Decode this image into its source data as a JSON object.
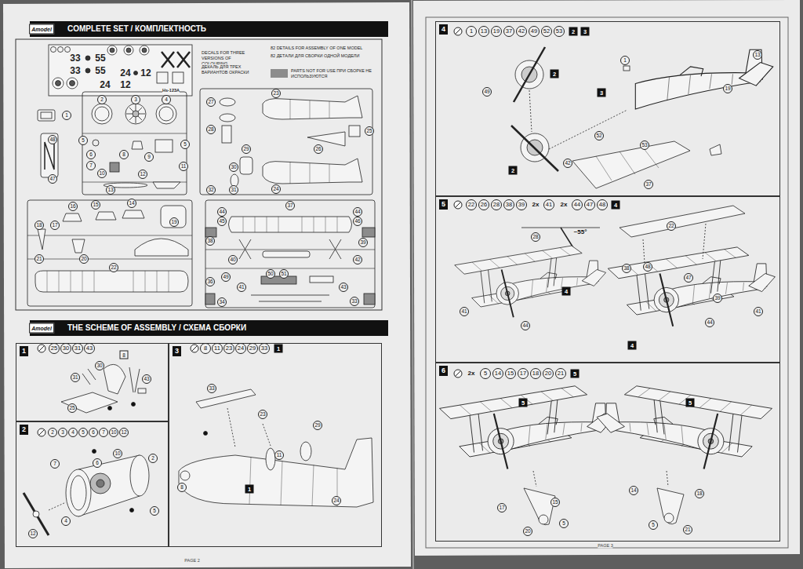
{
  "diagram": {
    "nodes": [
      {
        "text": [
          "COMPLETE SET / КОМПЛЕКТНОСТЬ"
        ]
      },
      {
        "text": [
          "THE SCHEME OF ASSEMBLY / СХЕМА СБОРКИ"
        ]
      },
      {
        "text": [
          "1"
        ]
      },
      {
        "text": [
          "2"
        ]
      },
      {
        "text": [
          "3"
        ]
      },
      {
        "text": [
          "4"
        ]
      },
      {
        "text": [
          "5"
        ]
      },
      {
        "text": [
          "6"
        ]
      }
    ],
    "labels": [
      "33",
      "55",
      "33",
      "55",
      "24",
      "12",
      "24",
      "12",
      "Hs-123A",
      "DECALS FOR THREE VERSIONS OF COLOURING",
      "ДЕКАЛЬ ДЛЯ ТРЕХ ВАРИАНТОВ ОКРАСКИ",
      "82 DETAILS FOR ASSEMBLY OF ONE MODEL",
      "82 ДЕТАЛИ ДЛЯ СБОРКИ ОДНОЙ МОДЕЛИ",
      "1",
      "2",
      "3",
      "4",
      "5",
      "6",
      "7",
      "8",
      "9",
      "10",
      "11",
      "12",
      "5",
      "13",
      "48",
      "47",
      "16",
      "15",
      "14",
      "17",
      "18",
      "21",
      "20",
      "19",
      "22",
      "27",
      "28",
      "29",
      "30",
      "31",
      "32",
      "23",
      "24",
      "26",
      "25",
      "37",
      "44",
      "45",
      "44",
      "46",
      "38",
      "39",
      "40",
      "42",
      "49",
      "50",
      "51",
      "36",
      "41",
      "43",
      "34",
      "33",
      "25",
      "30",
      "31",
      "43",
      "2",
      "3",
      "4",
      "5",
      "6",
      "7",
      "10",
      "12",
      "8",
      "11",
      "23",
      "24",
      "29",
      "33",
      "1",
      "1",
      "13",
      "19",
      "37",
      "42",
      "49",
      "52",
      "53",
      "2",
      "3",
      "22",
      "26",
      "28",
      "38",
      "39",
      "2x",
      "41",
      "2x",
      "44",
      "47",
      "48",
      "4",
      "2x",
      "5",
      "14",
      "15",
      "17",
      "18",
      "20",
      "21",
      "5",
      "30",
      "31",
      "8",
      "43",
      "25",
      "7",
      "6",
      "10",
      "2",
      "5",
      "4",
      "12",
      "33",
      "23",
      "29",
      "11",
      "24",
      "8",
      "1",
      "49",
      "2",
      "2",
      "42",
      "1",
      "3",
      "13",
      "19",
      "52",
      "53",
      "37",
      "28",
      "~55°",
      "4",
      "41",
      "44",
      "22",
      "38",
      "48",
      "47",
      "39",
      "41",
      "44",
      "4",
      "5",
      "5",
      "17",
      "20",
      "5",
      "15",
      "14",
      "18",
      "5",
      "21",
      "PAGE 2",
      "PAGE 3",
      "Amodel",
      "Amodel"
    ],
    "legend": [
      {
        "text": "PARTS NOT FOR USE ПРИ СБОРКЕ НЕ ИСПОЛЬЗУЮТСЯ",
        "color": "#8c8c8c"
      }
    ]
  }
}
